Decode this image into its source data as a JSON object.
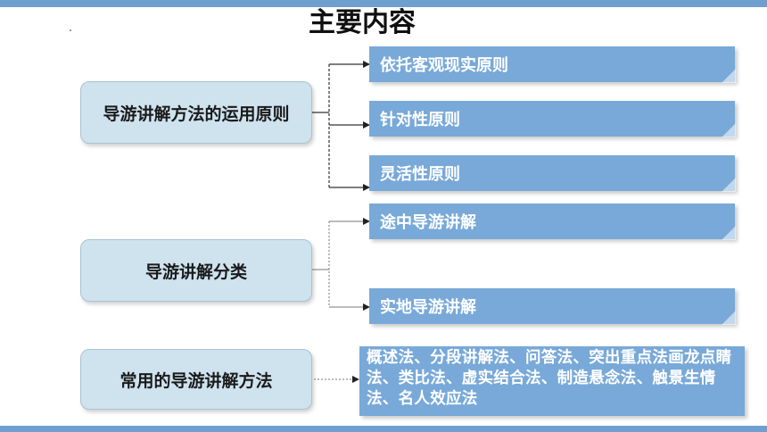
{
  "title": "主要内容",
  "categories": [
    {
      "label": "导游讲解方法的运用原则",
      "items": [
        "依托客观现实原则",
        "针对性原则",
        "灵活性原则"
      ]
    },
    {
      "label": "导游讲解分类",
      "items": [
        "途中导游讲解",
        "实地导游讲解"
      ]
    },
    {
      "label": "常用的导游讲解方法",
      "items": [
        "概述法、分段讲解法、问答法、突出重点法画龙点睛法、类比法、虚实结合法、制造悬念法、触景生情法、名人效应法"
      ]
    }
  ],
  "colors": {
    "accent_bar": "#6f9fcf",
    "item_fill": "#78a9d8",
    "category_fill": "#cfe3ef"
  }
}
